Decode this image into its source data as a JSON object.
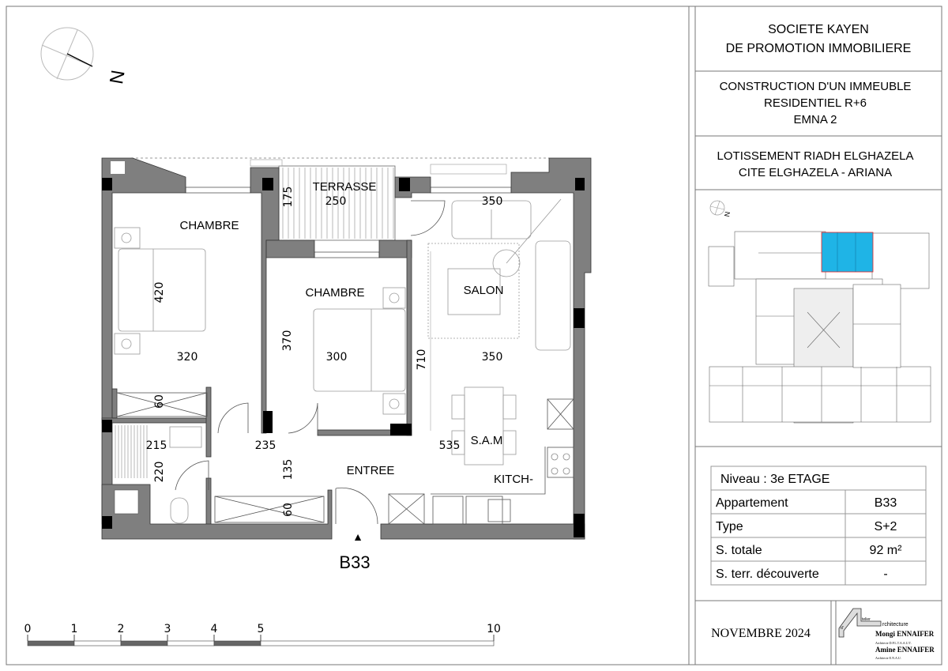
{
  "title_block": {
    "company": [
      "SOCIETE KAYEN",
      "DE PROMOTION IMMOBILIERE"
    ],
    "project": [
      "CONSTRUCTION  D'UN IMMEUBLE",
      "RESIDENTIEL  R+6",
      "EMNA  2"
    ],
    "location": [
      "LOTISSEMENT RIADH ELGHAZELA",
      "CITE ELGHAZELA - ARIANA"
    ],
    "key_plan_north": "N",
    "key_plan_highlight_color": "#1fb4e6",
    "info_table": {
      "level": "Niveau : 3e ETAGE",
      "rows": [
        {
          "label": "Appartement",
          "value": "B33"
        },
        {
          "label": "Type",
          "value": "S+2"
        },
        {
          "label": "S. totale",
          "value": "92 m²"
        },
        {
          "label": "S. terr. découverte",
          "value": "-"
        }
      ]
    },
    "date": "NOVEMBRE  2024",
    "logo": {
      "letters": [
        "telier",
        "rchitecture",
        "d'"
      ],
      "architects": [
        {
          "name": "Mongi ENNAIFER",
          "title": "Architecte D.P.L.T.A.A.U.T."
        },
        {
          "name": "Amine ENNAIFER",
          "title": "Architecte E.N.A.U."
        }
      ]
    }
  },
  "plan": {
    "north_label": "N",
    "apartment_label": "B33",
    "rooms": {
      "terrasse": "TERRASSE",
      "chambre1": "CHAMBRE",
      "chambre2": "CHAMBRE",
      "salon": "SALON",
      "sam": "S.A.M",
      "entree": "ENTREE",
      "kitchen": "KITCH-"
    },
    "dimensions": {
      "terrasse_width": "250",
      "terrasse_depth": "175",
      "salon_top": "350",
      "chambre1_depth": "420",
      "chambre1_width": "320",
      "chambre2_depth": "370",
      "chambre2_width": "300",
      "salon_width": "350",
      "total_depth": "710",
      "closet1": "60",
      "bath_width": "215",
      "corridor_width": "235",
      "sam_width": "535",
      "corridor_depth": "135",
      "bath_depth": "220",
      "closet2": "60"
    }
  },
  "scale_bar": {
    "labels": [
      "0",
      "1",
      "2",
      "3",
      "4",
      "5",
      "10"
    ],
    "unit_marks": [
      0,
      1,
      2,
      3,
      4,
      5,
      10
    ]
  }
}
